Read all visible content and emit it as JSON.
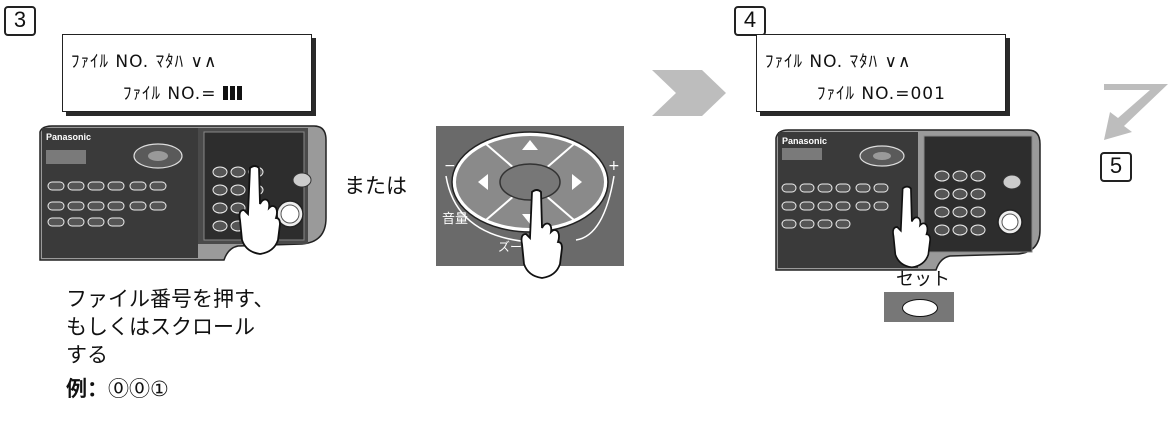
{
  "step3": {
    "number": "3",
    "lcd_line1": "ﾌｧｲﾙ NO. ﾏﾀﾊ  ∨∧",
    "lcd_line2": "ﾌｧｲﾙ NO.=",
    "panel_brand": "Panasonic",
    "or_text": "または",
    "volume_label": "音量",
    "zoom_label": "ズーム",
    "caption_line1": "ファイル番号を押す、",
    "caption_line2": "もしくはスクロール",
    "caption_line3": "する",
    "example_label": "例：",
    "example_value": "⓪⓪①"
  },
  "step4": {
    "number": "4",
    "lcd_line1": "ﾌｧｲﾙ NO. ﾏﾀﾊ  ∨∧",
    "lcd_line2": "ﾌｧｲﾙ NO.=001",
    "panel_brand": "Panasonic",
    "set_label": "セット"
  },
  "step5": {
    "number": "5"
  },
  "colors": {
    "panel_dark": "#2b2b2b",
    "key_gray": "#707070",
    "arrow_gray": "#bdbdbd"
  }
}
